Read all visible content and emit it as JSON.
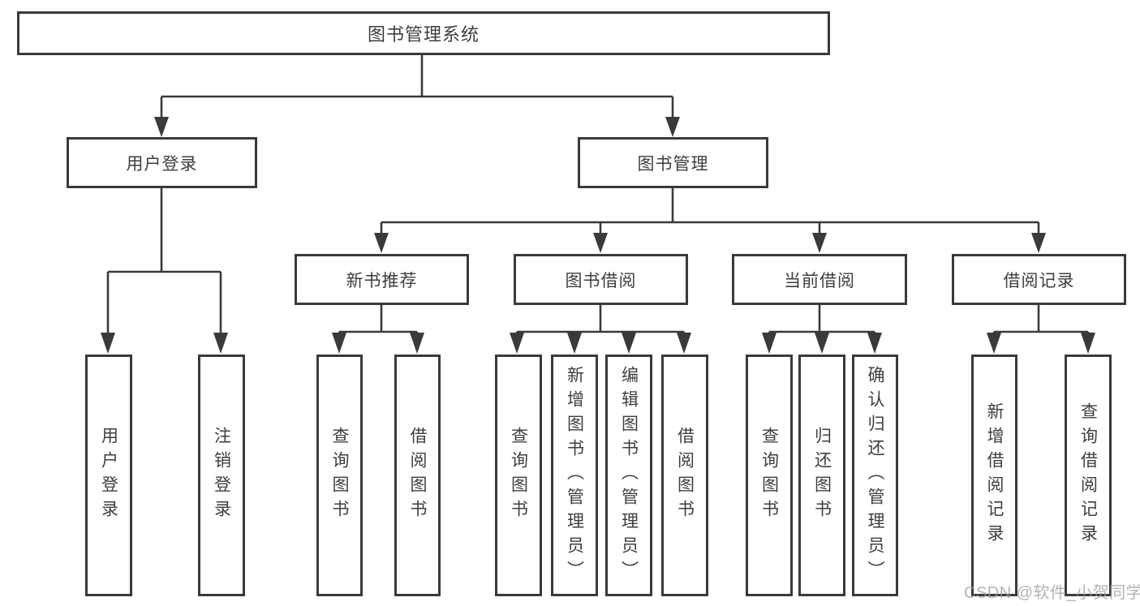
{
  "diagram": {
    "root": {
      "label": "图书管理系统"
    },
    "branches": [
      {
        "label": "用户登录",
        "children": [
          {
            "label": "用户登录"
          },
          {
            "label": "注销登录"
          }
        ]
      },
      {
        "label": "图书管理",
        "children": [
          {
            "label": "新书推荐",
            "children": [
              {
                "label": "查询图书"
              },
              {
                "label": "借阅图书"
              }
            ]
          },
          {
            "label": "图书借阅",
            "children": [
              {
                "label": "查询图书"
              },
              {
                "label": "新增图书（管理员）"
              },
              {
                "label": "编辑图书（管理员）"
              },
              {
                "label": "借阅图书"
              }
            ]
          },
          {
            "label": "当前借阅",
            "children": [
              {
                "label": "查询图书"
              },
              {
                "label": "归还图书"
              },
              {
                "label": "确认归还（管理员）"
              }
            ]
          },
          {
            "label": "借阅记录",
            "children": [
              {
                "label": "新增借阅记录"
              },
              {
                "label": "查询借阅记录"
              }
            ]
          }
        ]
      }
    ],
    "watermark": "CSDN @软件_小贺同学"
  },
  "colors": {
    "line": "#3a3a3a",
    "text": "#3e3e3e",
    "watermark": "#9e9e9e",
    "background": "#ffffff"
  }
}
